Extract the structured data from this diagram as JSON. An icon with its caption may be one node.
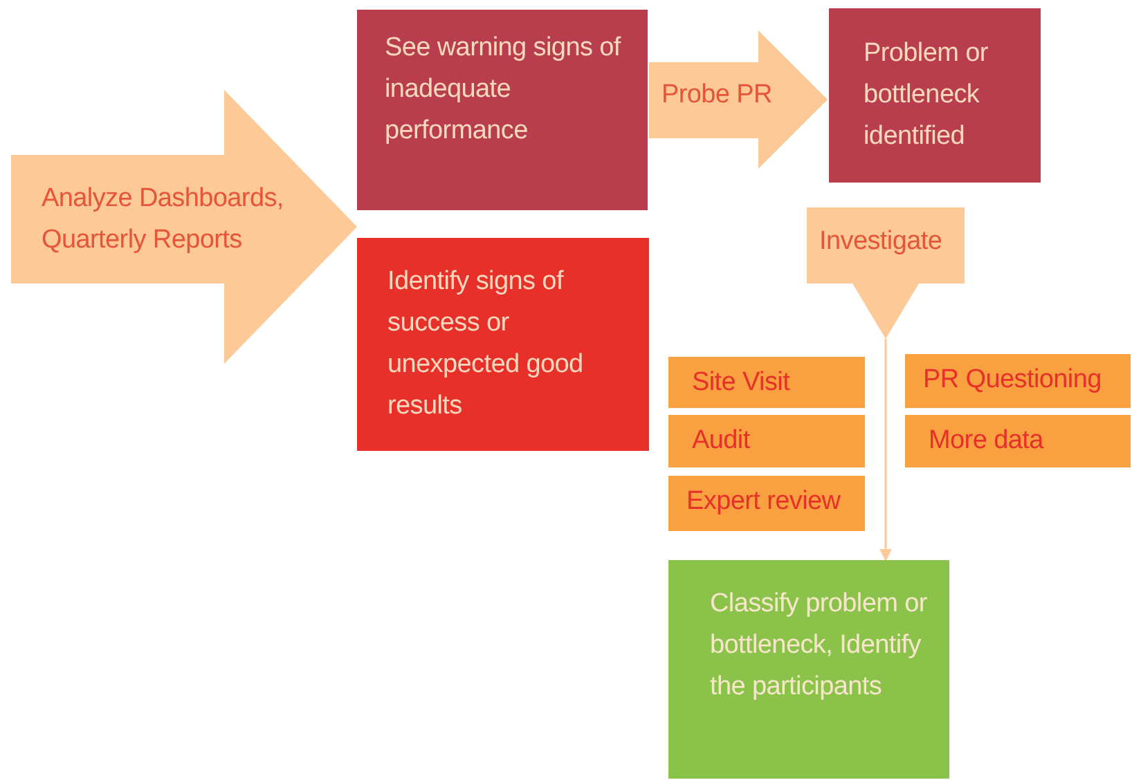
{
  "diagram": {
    "nodes": [
      {
        "text": [
          "Analyze Dashboards, Quarterly Reports"
        ]
      },
      {
        "text": [
          "See warning signs of inadequate performance"
        ]
      },
      {
        "text": [
          "Identify signs of success or unexpected good results"
        ]
      },
      {
        "text": [
          "Problem or bottleneck identified"
        ]
      },
      {
        "text": [
          "Investigate"
        ]
      },
      {
        "text": [
          "Site Visit"
        ]
      },
      {
        "text": [
          "Audit"
        ]
      },
      {
        "text": [
          "Expert review"
        ]
      },
      {
        "text": [
          "PR Questioning"
        ]
      },
      {
        "text": [
          "More data"
        ]
      },
      {
        "text": [
          "Classify problem or bottleneck, Identify the participants"
        ]
      }
    ],
    "edges": [
      {
        "from": 1,
        "to": 3,
        "label": "Probe PR",
        "arrow": "to",
        "style": "thick"
      },
      {
        "from": 4,
        "to": 10,
        "arrow": "to"
      }
    ]
  }
}
